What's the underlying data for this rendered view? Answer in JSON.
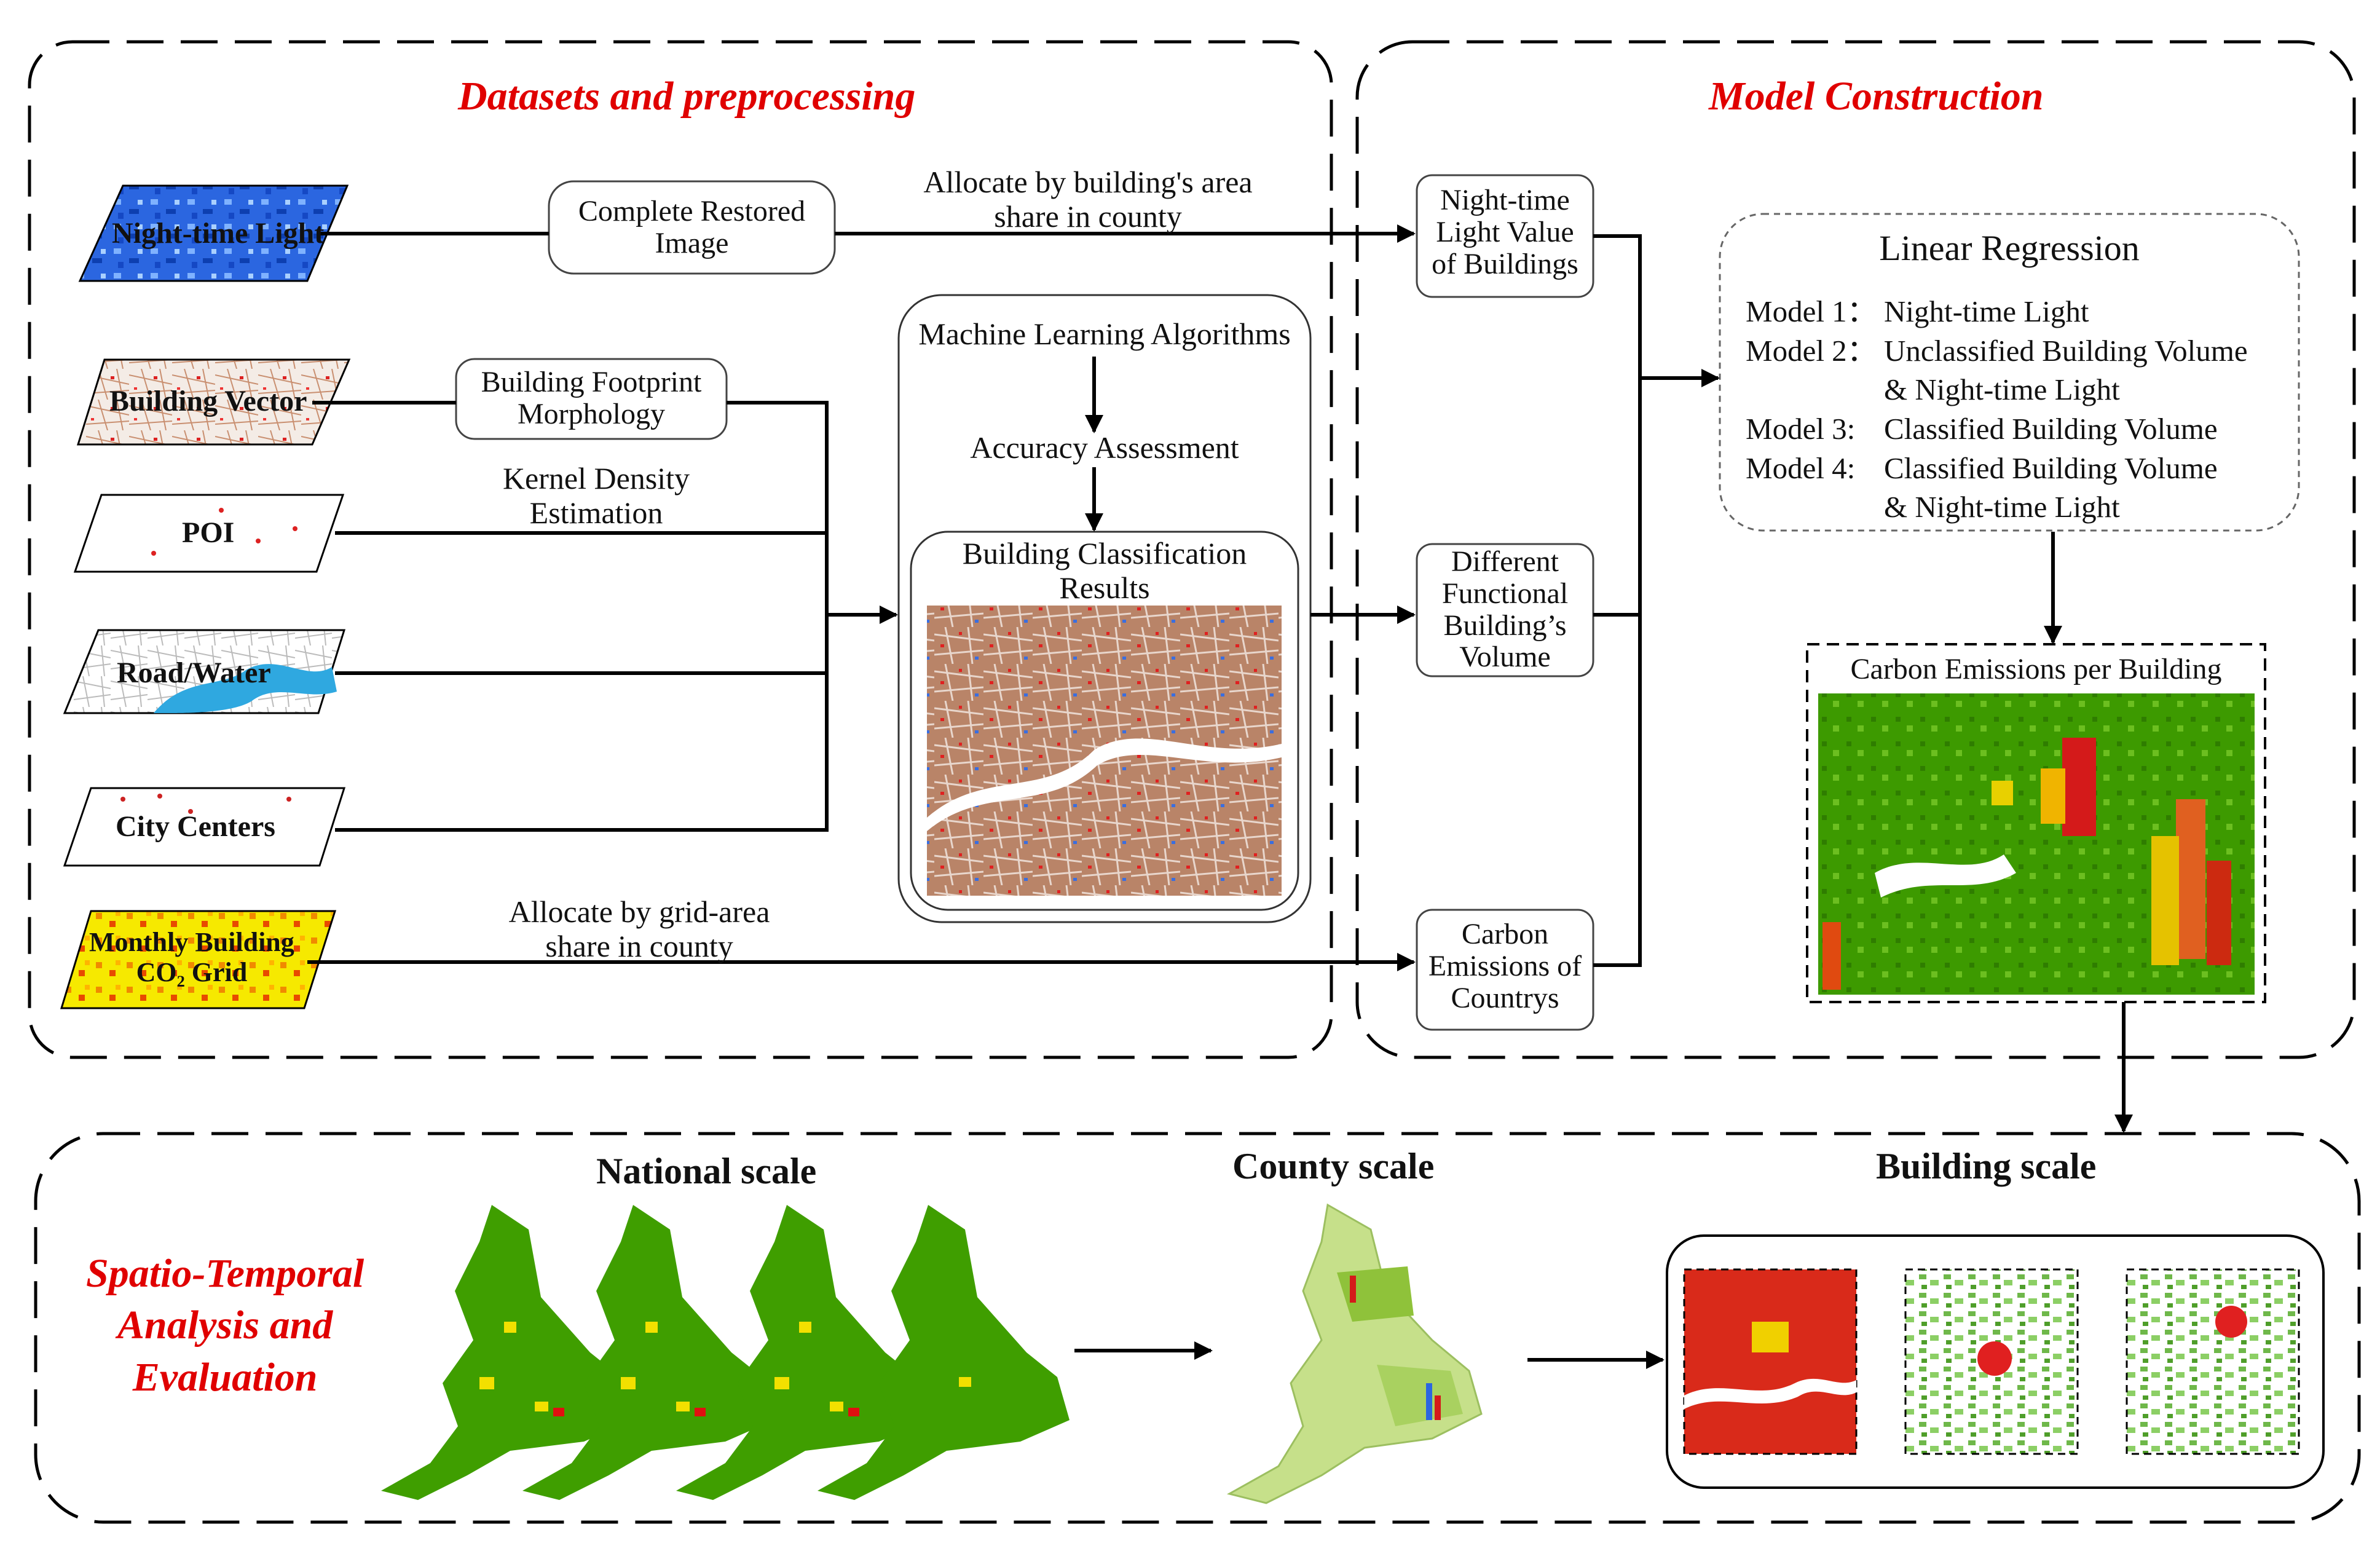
{
  "sections": {
    "datasets": "Datasets and preprocessing",
    "model": "Model Construction",
    "analysis": [
      "Spatio-Temporal",
      "Analysis and",
      "Evaluation"
    ]
  },
  "datasets": [
    {
      "label": "Night-time Light"
    },
    {
      "label": "Building Vector"
    },
    {
      "label": "POI"
    },
    {
      "label": "Road/Water"
    },
    {
      "label": "City Centers"
    },
    {
      "label": "Monthly Building",
      "label2": "CO₂ Grid"
    }
  ],
  "process": {
    "complete_restored": [
      "Complete Restored",
      "Image"
    ],
    "allocate_area": [
      "Allocate by building's area",
      "share in county"
    ],
    "footprint": [
      "Building Footprint",
      "Morphology"
    ],
    "kernel": [
      "Kernel Density",
      "Estimation"
    ],
    "allocate_grid": [
      "Allocate by grid-area",
      "share in county"
    ],
    "ml": "Machine Learning Algorithms",
    "accuracy": "Accuracy Assessment",
    "classification": [
      "Building Classification",
      "Results"
    ]
  },
  "model_inputs": {
    "ntl_value": [
      "Night-time",
      "Light Value",
      "of Buildings"
    ],
    "functional": [
      "Different",
      "Functional",
      "Building’s",
      "Volume"
    ],
    "carbon": [
      "Carbon",
      "Emissions of",
      "Countrys"
    ]
  },
  "regression": {
    "title": "Linear Regression",
    "models": [
      {
        "name": "Model 1：",
        "lines": [
          "Night-time Light"
        ]
      },
      {
        "name": "Model 2：",
        "lines": [
          "Unclassified Building Volume",
          "& Night-time Light"
        ]
      },
      {
        "name": "Model 3:",
        "lines": [
          "Classified Building Volume"
        ]
      },
      {
        "name": "Model 4:",
        "lines": [
          "Classified Building Volume",
          "& Night-time Light"
        ]
      }
    ]
  },
  "carbon_per_building": "Carbon Emissions per Building",
  "scales": {
    "national": "National scale",
    "county": "County scale",
    "building": "Building scale"
  },
  "colors": {
    "accent": "#e00000",
    "green": "#3f9e00",
    "light_green": "#c6e08a",
    "brown": "#b07a5a",
    "blue": "#1e5fd6",
    "yellow": "#f4e400"
  }
}
